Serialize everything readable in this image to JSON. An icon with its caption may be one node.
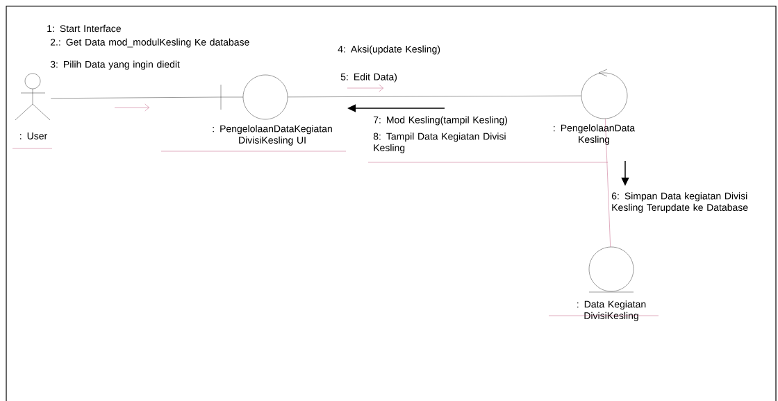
{
  "diagram": {
    "nodes": [
      {
        "text": [
          ": User"
        ]
      },
      {
        "text": [
          ": PengelolaanDataKegiatan DivisiKesling UI"
        ]
      },
      {
        "text": [
          ": PengelolaanData Kesling"
        ]
      },
      {
        "text": [
          ": Data Kegiatan DivisiKesling"
        ]
      }
    ],
    "edges": [
      {
        "from": 0,
        "to": 1,
        "arrow": "none"
      },
      {
        "from": 1,
        "to": 2,
        "arrow": "none"
      },
      {
        "from": 2,
        "to": 3,
        "arrow": "none",
        "color": "#b03060"
      }
    ],
    "labels": [
      "1: Start Interface",
      "2.: Get Data mod_modulKesling Ke database",
      "4: Aksi(update Kesling)",
      "3: Pilih Data yang ingin diedit",
      "5: Edit Data)",
      "7: Mod Kesling(tampil Kesling)",
      "8: Tampil Data Kegiatan Divisi Kesling",
      "6: Simpan Data kegiatan Divisi Kesling Terupdate ke Database"
    ]
  }
}
